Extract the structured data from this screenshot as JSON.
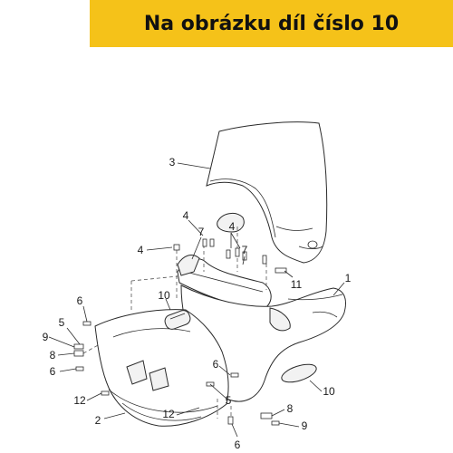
{
  "banner": {
    "text": "Na obrázku díl číslo 10",
    "background": "#f5c219",
    "text_color": "#111111"
  },
  "callouts": [
    {
      "id": "c3",
      "label": "3"
    },
    {
      "id": "c4a",
      "label": "4"
    },
    {
      "id": "c4b",
      "label": "4"
    },
    {
      "id": "c4c",
      "label": "4"
    },
    {
      "id": "c7a",
      "label": "7"
    },
    {
      "id": "c7b",
      "label": "7"
    },
    {
      "id": "c11",
      "label": "11"
    },
    {
      "id": "c1",
      "label": "1"
    },
    {
      "id": "c10a",
      "label": "10"
    },
    {
      "id": "c6a",
      "label": "6"
    },
    {
      "id": "c5a",
      "label": "5"
    },
    {
      "id": "c9a",
      "label": "9"
    },
    {
      "id": "c8a",
      "label": "8"
    },
    {
      "id": "c6b",
      "label": "6"
    },
    {
      "id": "c12a",
      "label": "12"
    },
    {
      "id": "c2",
      "label": "2"
    },
    {
      "id": "c12b",
      "label": "12"
    },
    {
      "id": "c6c",
      "label": "6"
    },
    {
      "id": "c5b",
      "label": "5"
    },
    {
      "id": "c10b",
      "label": "10"
    },
    {
      "id": "c8b",
      "label": "8"
    },
    {
      "id": "c9b",
      "label": "9"
    },
    {
      "id": "c6d",
      "label": "6"
    }
  ]
}
